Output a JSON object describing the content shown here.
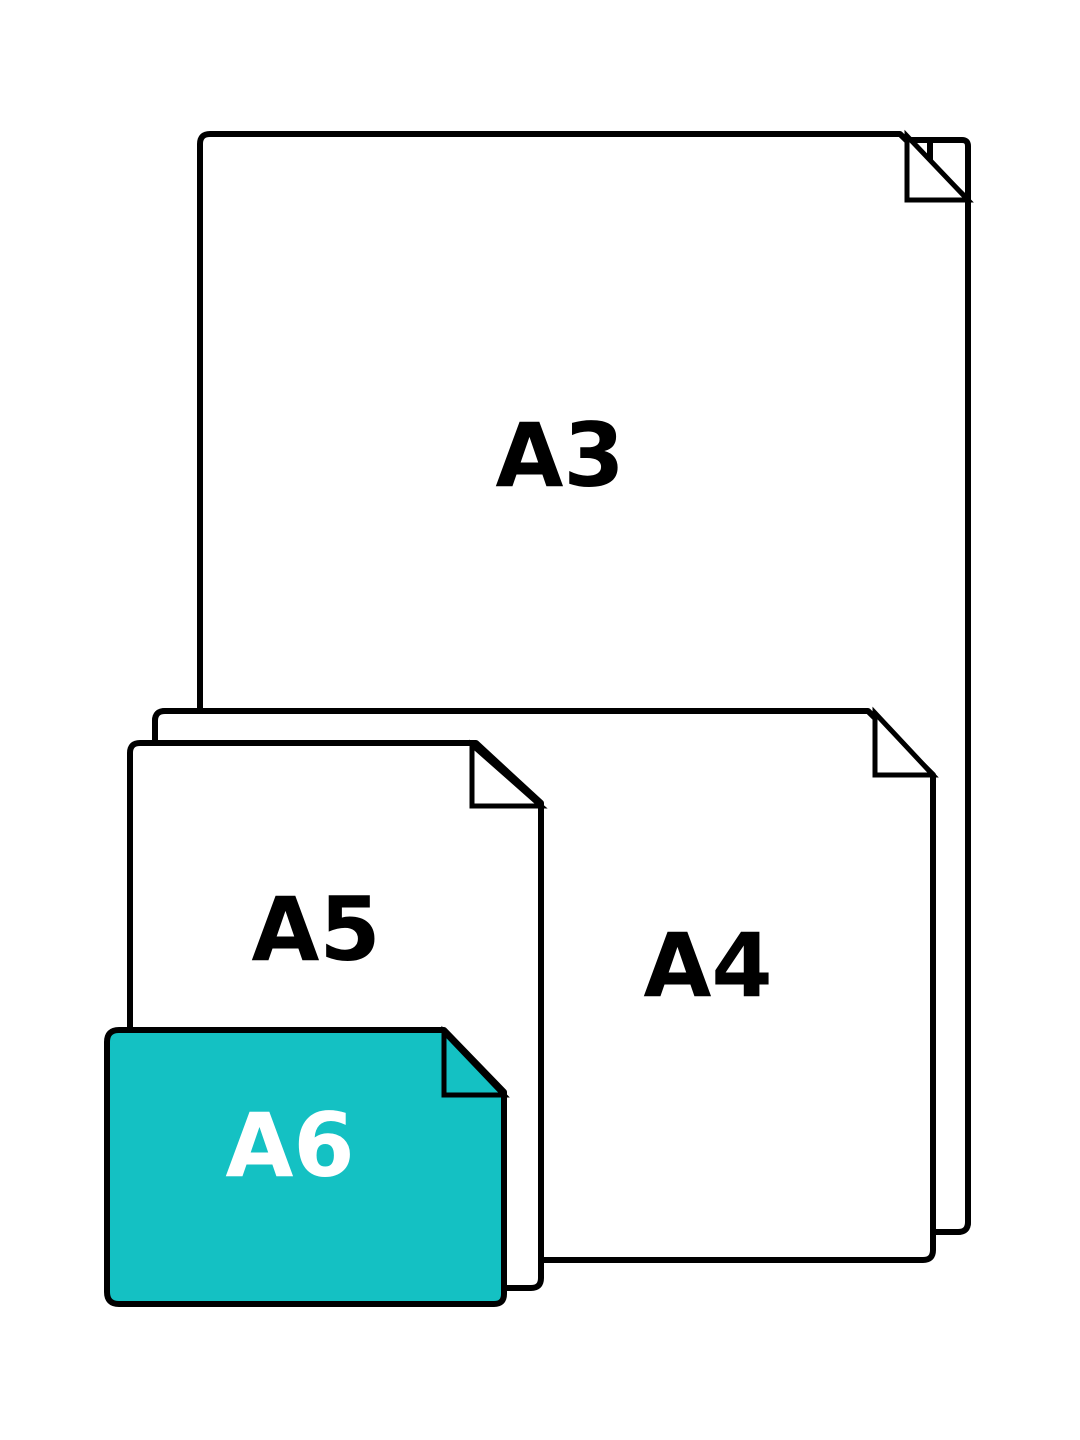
{
  "sheets": [
    {
      "label": "A3",
      "fill": "#ffffff",
      "label_color": "#000000"
    },
    {
      "label": "A4",
      "fill": "#ffffff",
      "label_color": "#000000"
    },
    {
      "label": "A5",
      "fill": "#ffffff",
      "label_color": "#000000"
    },
    {
      "label": "A6",
      "fill": "#14c1c3",
      "label_color": "#ffffff"
    }
  ],
  "colors": {
    "outline": "#000000",
    "background": "#ffffff",
    "accent": "#14c1c3"
  }
}
